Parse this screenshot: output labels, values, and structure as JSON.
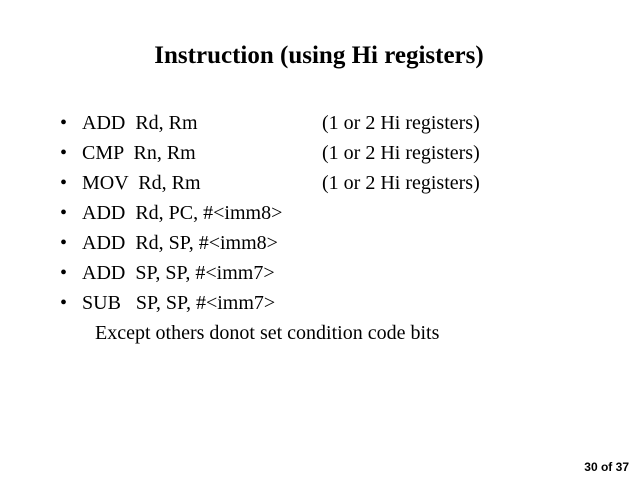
{
  "slide": {
    "title": "Instruction (using Hi registers)",
    "bullet_char": "•",
    "bullets": [
      {
        "instruction": "ADD  Rd, Rm",
        "note": "(1 or 2 Hi registers)"
      },
      {
        "instruction": "CMP  Rn, Rm",
        "note": "(1 or 2 Hi registers)"
      },
      {
        "instruction": "MOV  Rd, Rm",
        "note": "(1 or 2 Hi registers)"
      },
      {
        "instruction": "ADD  Rd, PC, #<imm8>",
        "note": ""
      },
      {
        "instruction": "ADD  Rd, SP, #<imm8>",
        "note": ""
      },
      {
        "instruction": "ADD  SP, SP, #<imm7>",
        "note": ""
      },
      {
        "instruction": "SUB   SP, SP, #<imm7>",
        "note": ""
      }
    ],
    "footnote": "Except others donot set condition code bits",
    "page_indicator": "30 of 37",
    "colors": {
      "background": "#ffffff",
      "text": "#000000"
    }
  }
}
